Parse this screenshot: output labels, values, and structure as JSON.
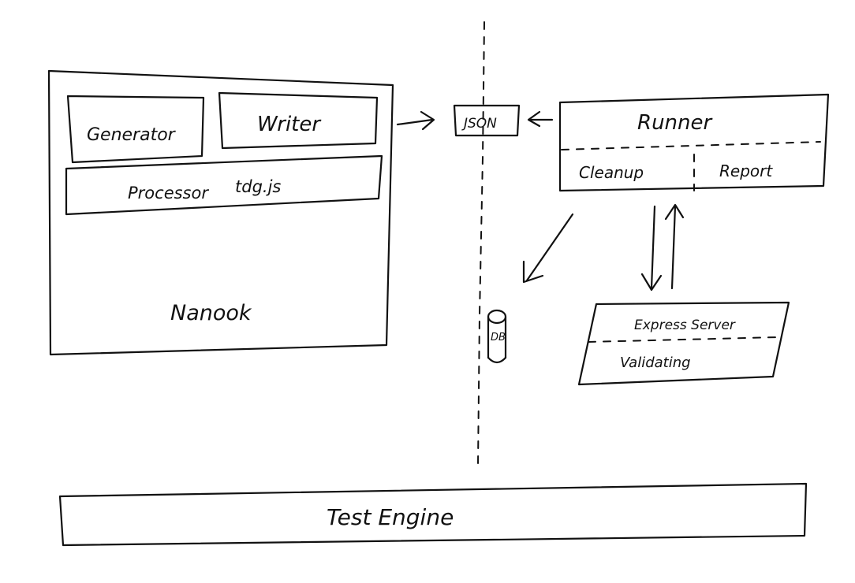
{
  "nanook": {
    "title": "Nanook",
    "generator": "Generator",
    "writer": "Writer",
    "processor": "Processor",
    "library": "tdg.js"
  },
  "json_label": "JSON",
  "runner": {
    "title": "Runner",
    "cleanup": "Cleanup",
    "report": "Report"
  },
  "db_label": "DB",
  "express": {
    "server": "Express Server",
    "validating": "Validating"
  },
  "test_engine": "Test Engine"
}
